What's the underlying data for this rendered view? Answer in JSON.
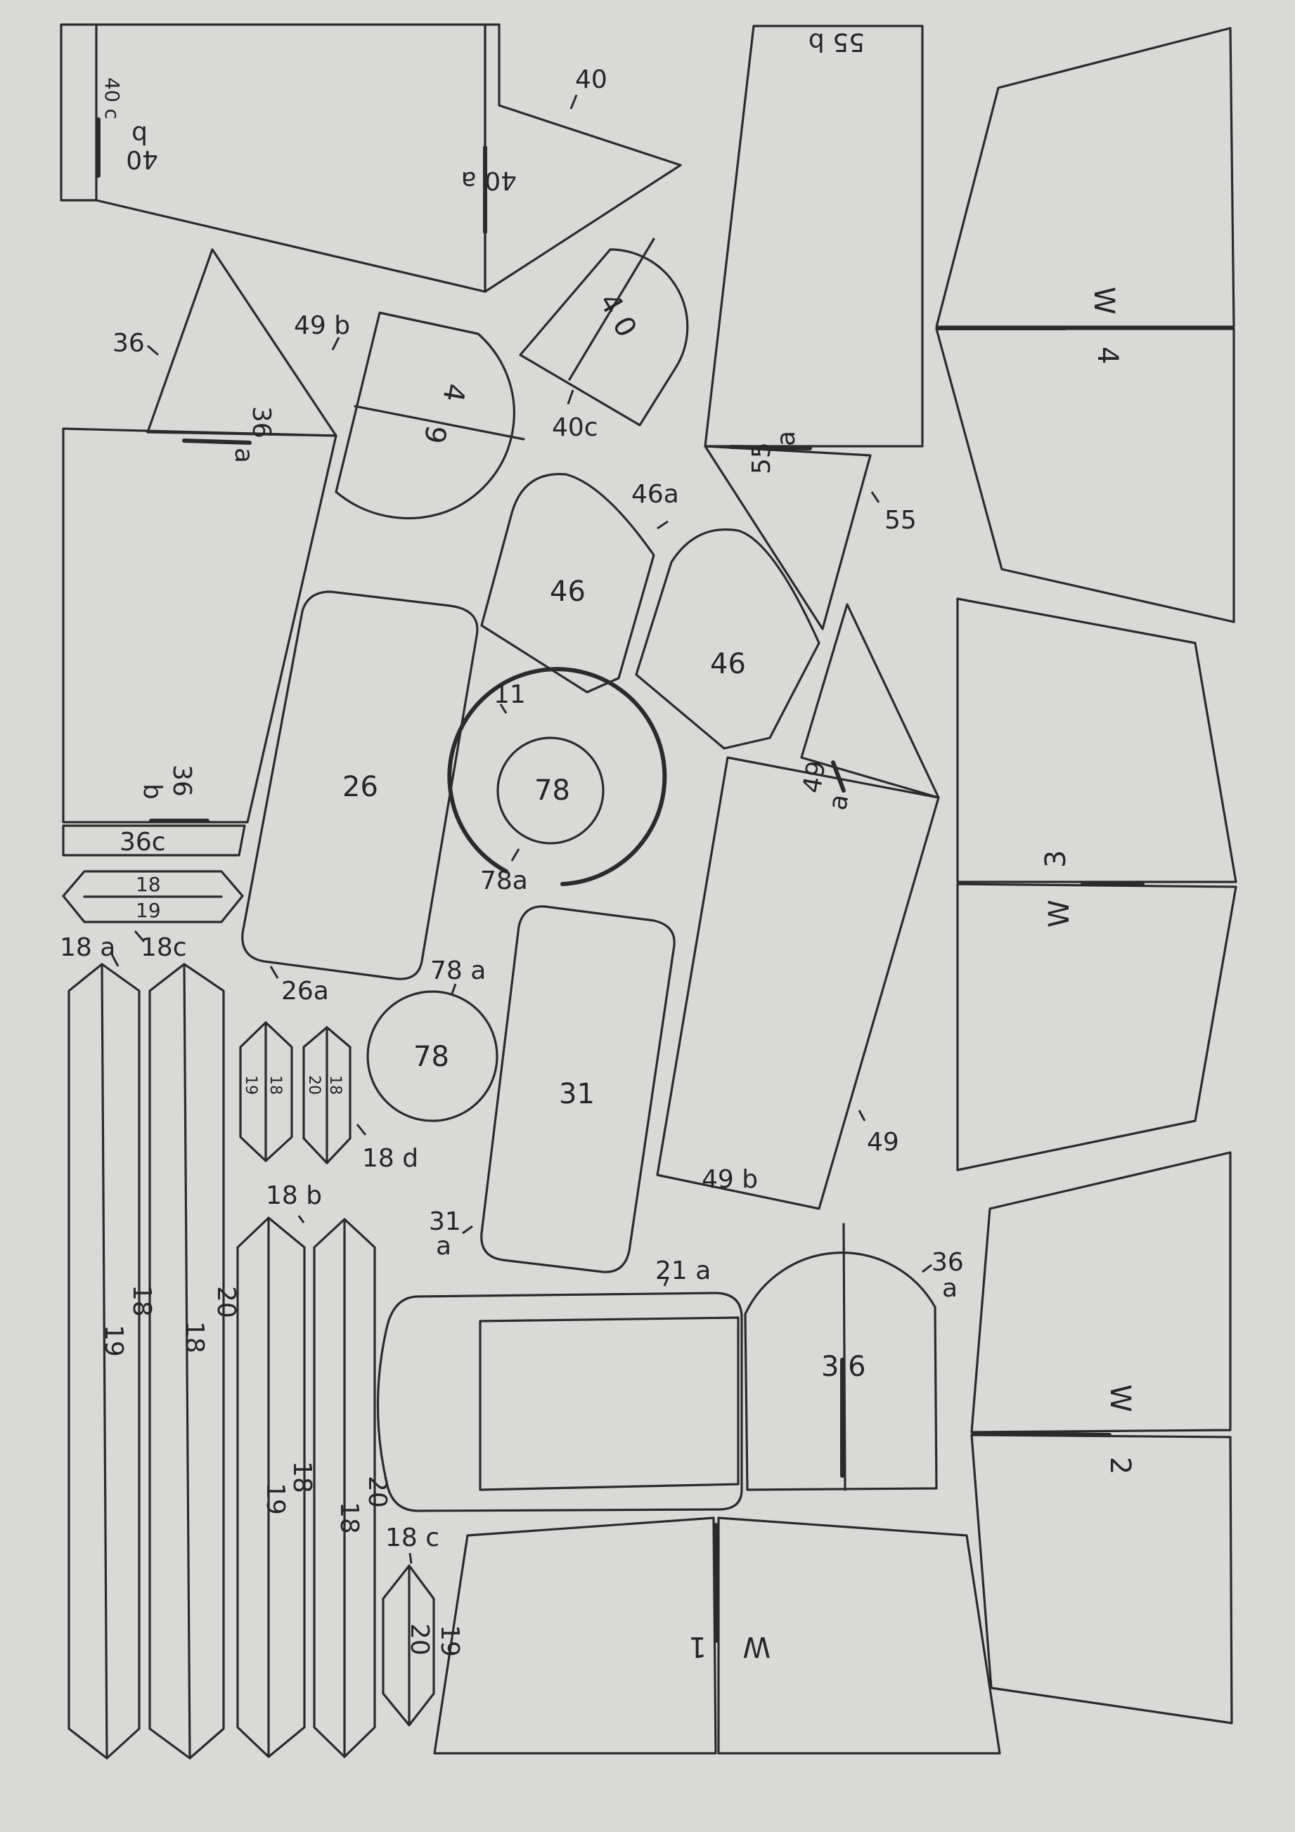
{
  "labels": {
    "p40": "40",
    "p40a": "40 a",
    "p40b_num": "40",
    "p40b_let": "b",
    "p40c_side": "40 c",
    "p40_tab": "4 0",
    "p40c": "40c",
    "p36": "36",
    "p36a": "36",
    "p36a_let": "a",
    "p36b": "36",
    "p36b_let": "b",
    "p36c": "36c",
    "p49b_top": "49 b",
    "p49_half_a": "4",
    "p49_half_b": "9",
    "p46a": "46a",
    "p46_left": "46",
    "p46_right": "46",
    "p26": "26",
    "p26a": "26a",
    "p11": "11",
    "p78_ring": "78",
    "p78a_ring": "78a",
    "p78a_disc": "78 a",
    "p78_disc": "78",
    "p31": "31",
    "p31a_num": "31",
    "p31a_let": "a",
    "p55b": "55 b",
    "p55a": "55",
    "p55a_let": "a",
    "p55": "55",
    "p49a": "49",
    "p49a_let": "a",
    "p49": "49",
    "p49b": "49 b",
    "p21a": "21 a",
    "p36_arch": "3 6",
    "p36a_arch_num": "36",
    "p36a_arch_let": "a",
    "w4_w": "W",
    "w4_n": "4",
    "w3_n": "3",
    "w3_w": "W",
    "w2_w": "W",
    "w2_n": "2",
    "w1_w": "W",
    "w1_n": "1",
    "s18_top": "18",
    "s19_top": "19",
    "s18a": "18 a",
    "s18c_top": "18c",
    "s18_left": "18",
    "s19_left": "19",
    "s20_b": "20",
    "s18_b": "18",
    "s18_mid1": "18",
    "s19_mid1": "19",
    "s20_mid2": "20",
    "s18_mid2": "18",
    "s18b": "18 b",
    "sm19": "19",
    "sm18": "18",
    "sm20": "20",
    "sm18b": "18",
    "s18d": "18 d",
    "s18c": "18 c",
    "s19c": "19",
    "s20c": "20"
  }
}
